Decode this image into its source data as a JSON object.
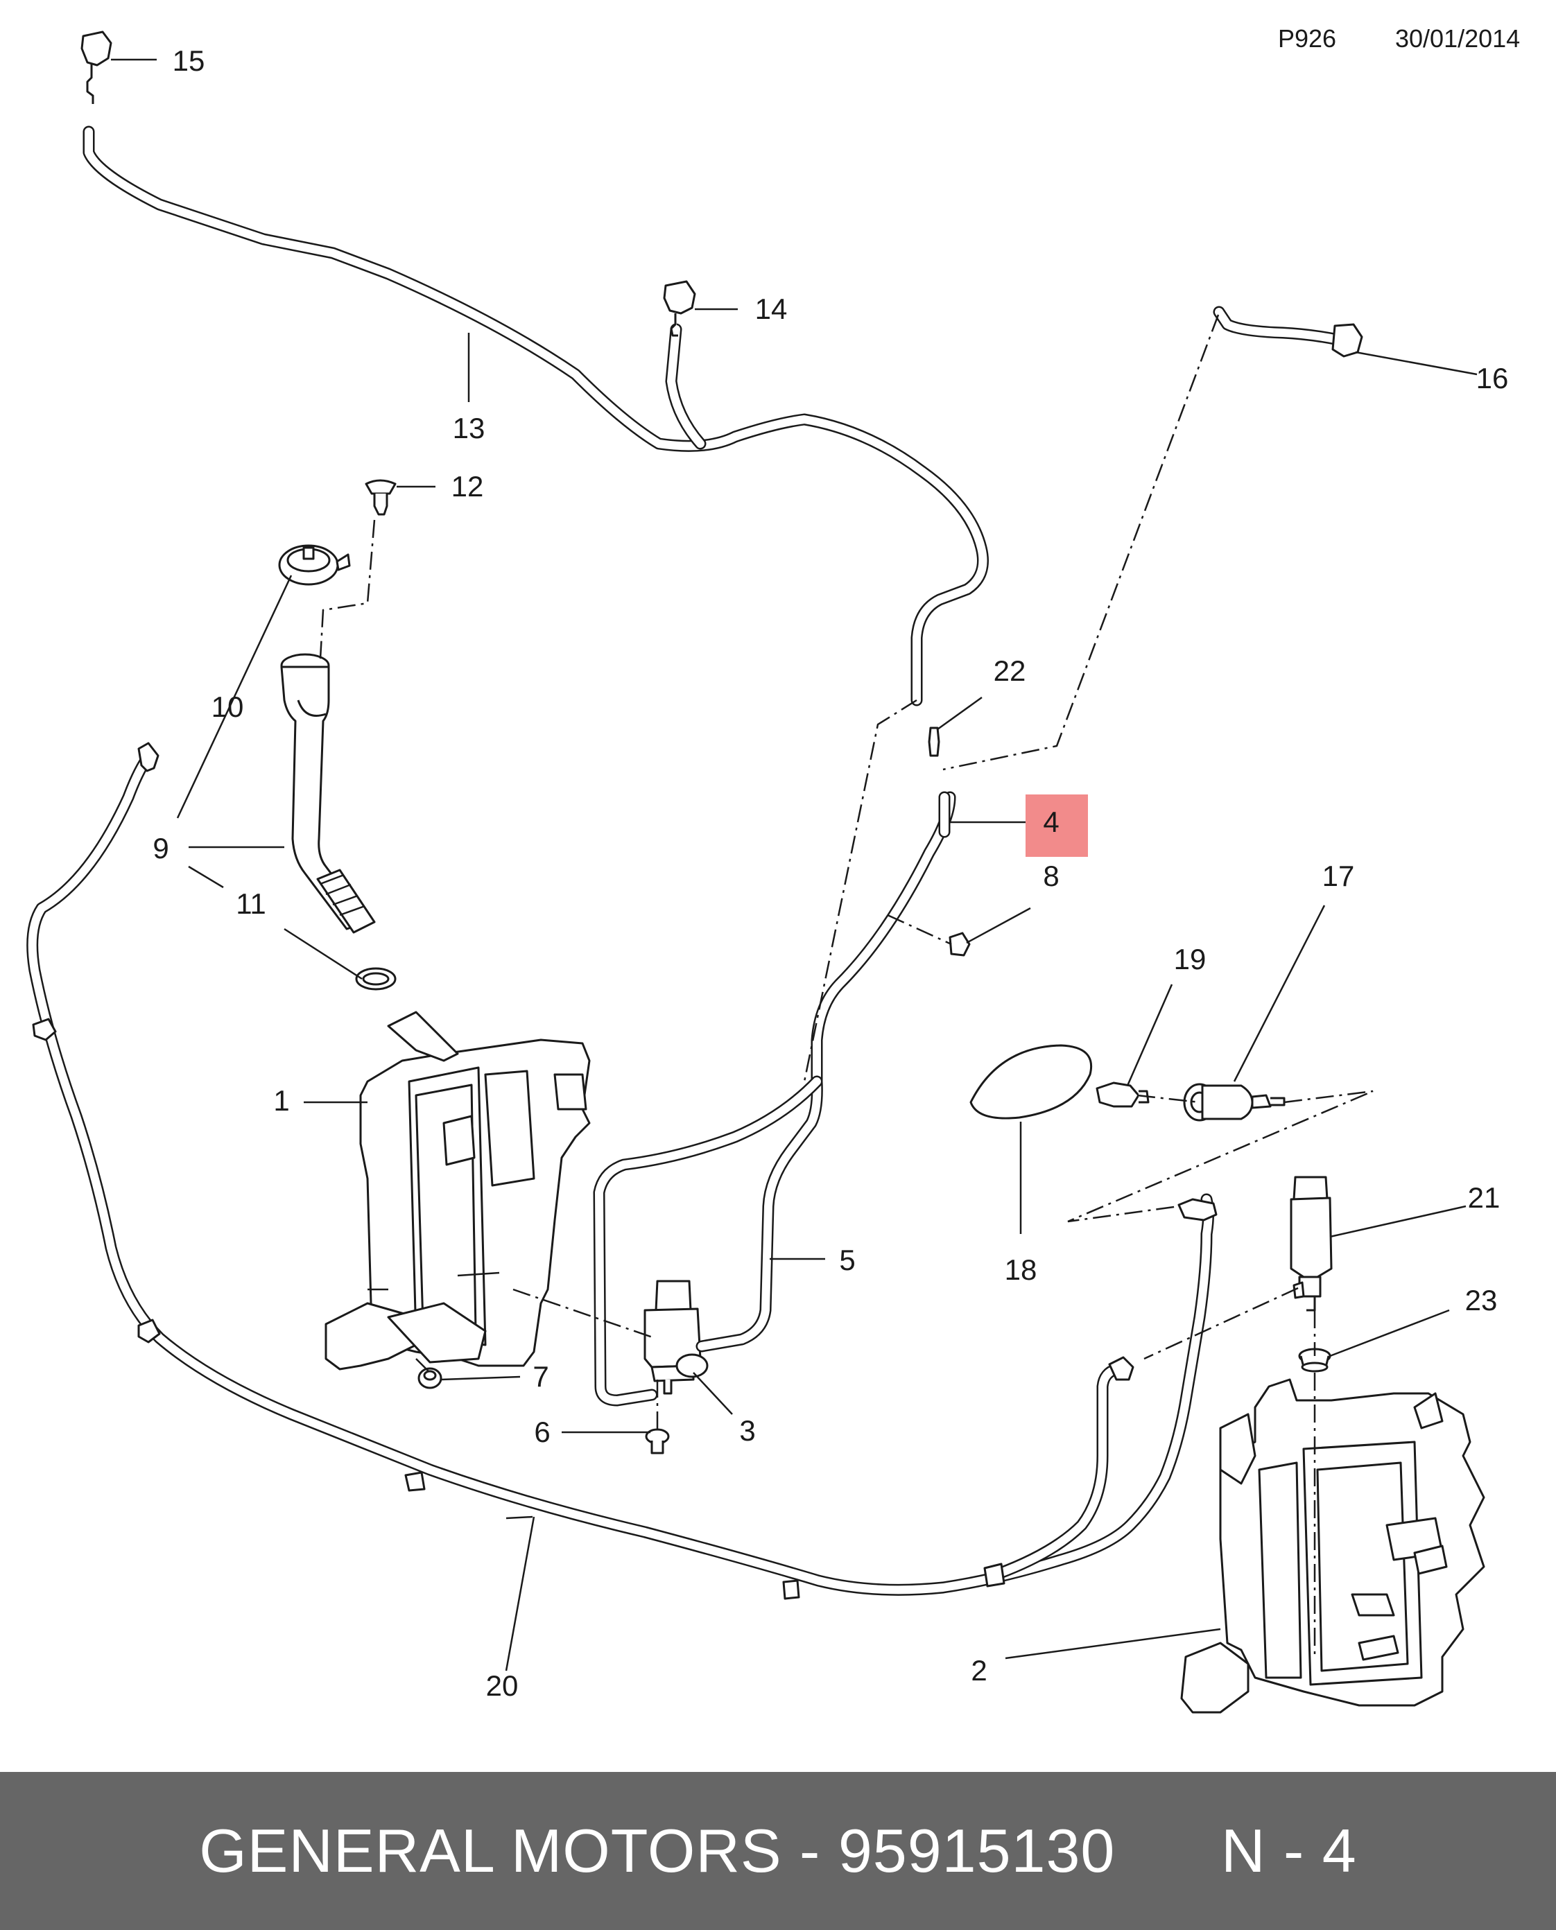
{
  "header": {
    "code": "P926",
    "date": "30/01/2014"
  },
  "callouts": {
    "c1": "1",
    "c2": "2",
    "c3": "3",
    "c4": "4",
    "c5": "5",
    "c6": "6",
    "c7": "7",
    "c8": "8",
    "c9": "9",
    "c10": "10",
    "c11": "11",
    "c12": "12",
    "c13": "13",
    "c14": "14",
    "c15": "15",
    "c16": "16",
    "c17": "17",
    "c18": "18",
    "c19": "19",
    "c20": "20",
    "c21": "21",
    "c22": "22",
    "c23": "23"
  },
  "highlight": {
    "callout": "4",
    "color": "#f28b8b"
  },
  "footer": {
    "manufacturer": "GENERAL MOTORS",
    "separator": " - ",
    "part_number": "95915130",
    "position_label": "N - 4",
    "background": "#666666"
  }
}
